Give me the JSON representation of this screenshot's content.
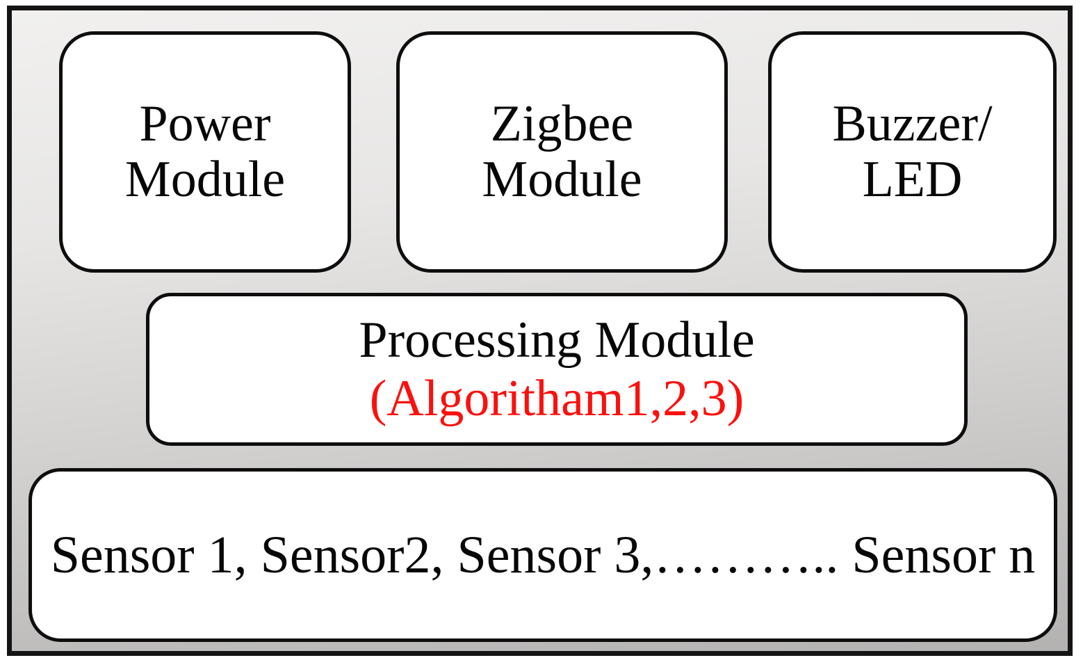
{
  "diagram": {
    "type": "block-diagram",
    "blocks": {
      "power": {
        "line1": "Power",
        "line2": "Module"
      },
      "zigbee": {
        "line1": "Zigbee",
        "line2": "Module"
      },
      "buzzer_led": {
        "line1": "Buzzer/",
        "line2": "LED"
      },
      "processing": {
        "line1": "Processing Module",
        "line2": "(Algoritham1,2,3)"
      },
      "sensors": {
        "line1": "Sensor 1, Sensor2, Sensor 3,……….. Sensor n"
      }
    },
    "colors": {
      "accent_red": "#fb100d",
      "text_black": "#070707",
      "box_fill": "#ffffff",
      "box_border": "#0e0e0e",
      "frame_border": "#141414",
      "frame_background_top": "#f1f0ef",
      "frame_background_bottom": "#b3b2b1"
    }
  }
}
